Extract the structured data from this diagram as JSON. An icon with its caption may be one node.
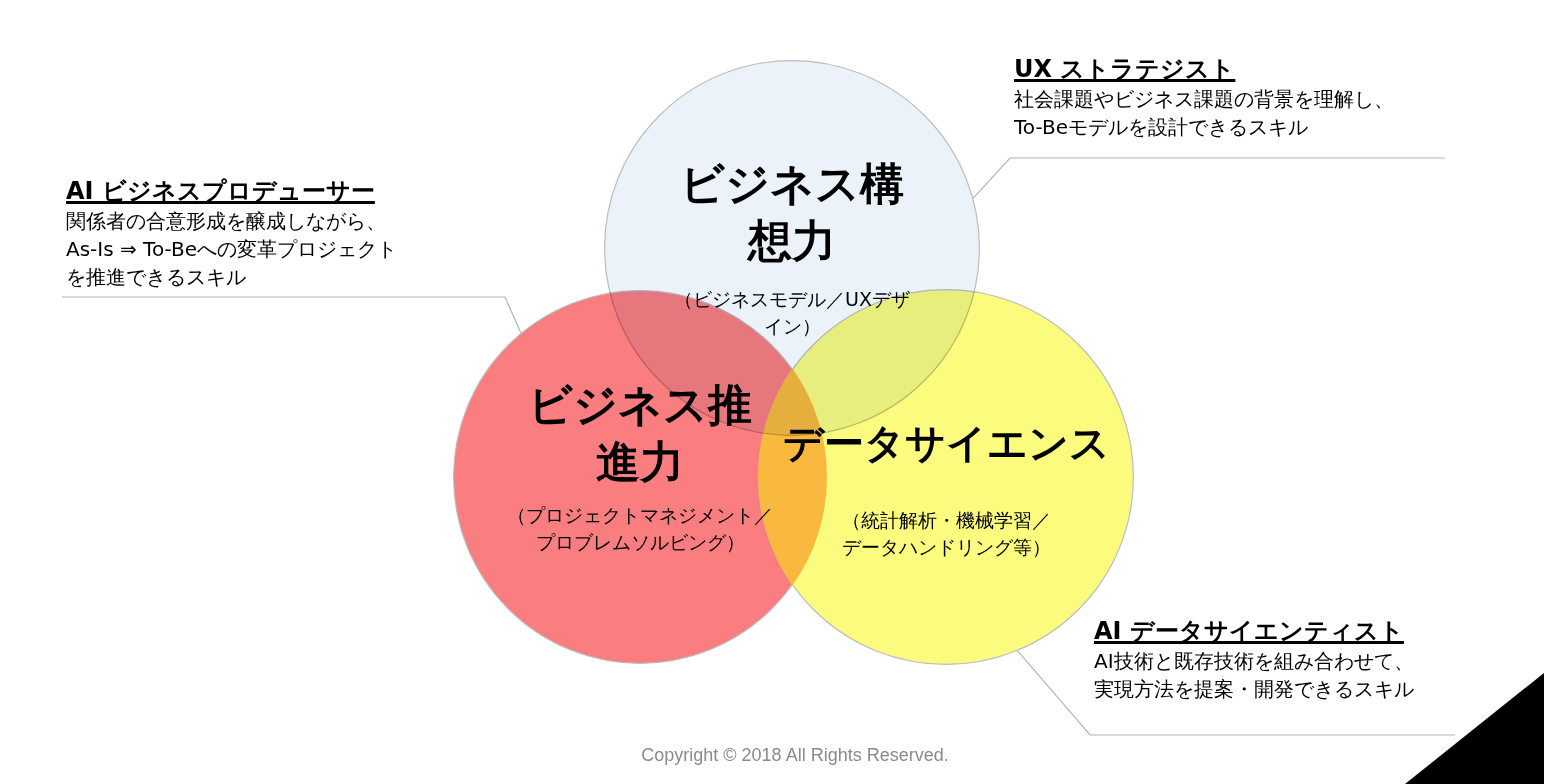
{
  "diagram": {
    "nodes": [
      {
        "text": [
          "UX ストラテジスト",
          "社会課題やビジネス課題の背景を理解し、To-Beモデルを設計できるスキル"
        ]
      },
      {
        "text": [
          "ビジネス構想力",
          "（ビジネスモデル／UXデザイン）"
        ]
      },
      {
        "text": [
          "AI ビジネスプロデューサー",
          "関係者の合意形成を醸成しながら、As-Is ⇒ To-Beへの変革プロジェクトを推進できるスキル"
        ]
      },
      {
        "text": [
          "ビジネス推進力",
          "（プロジェクトマネジメント／プロブレムソルビング）"
        ]
      },
      {
        "text": [
          "データサイエンス",
          "（統計解析・機械学習／データハンドリング等）"
        ]
      },
      {
        "text": [
          "AI データサイエンティスト",
          "AI技術と既存技術を組み合わせて、実現方法を提案・開発できるスキル"
        ]
      }
    ],
    "edges": [
      {
        "from": 0,
        "to": 1,
        "arrow": "none"
      },
      {
        "from": 2,
        "to": 3,
        "arrow": "none"
      },
      {
        "from": 5,
        "to": 4,
        "arrow": "none"
      }
    ],
    "labels": [
      "Copyright © 2018 All Rights Reserved."
    ]
  }
}
